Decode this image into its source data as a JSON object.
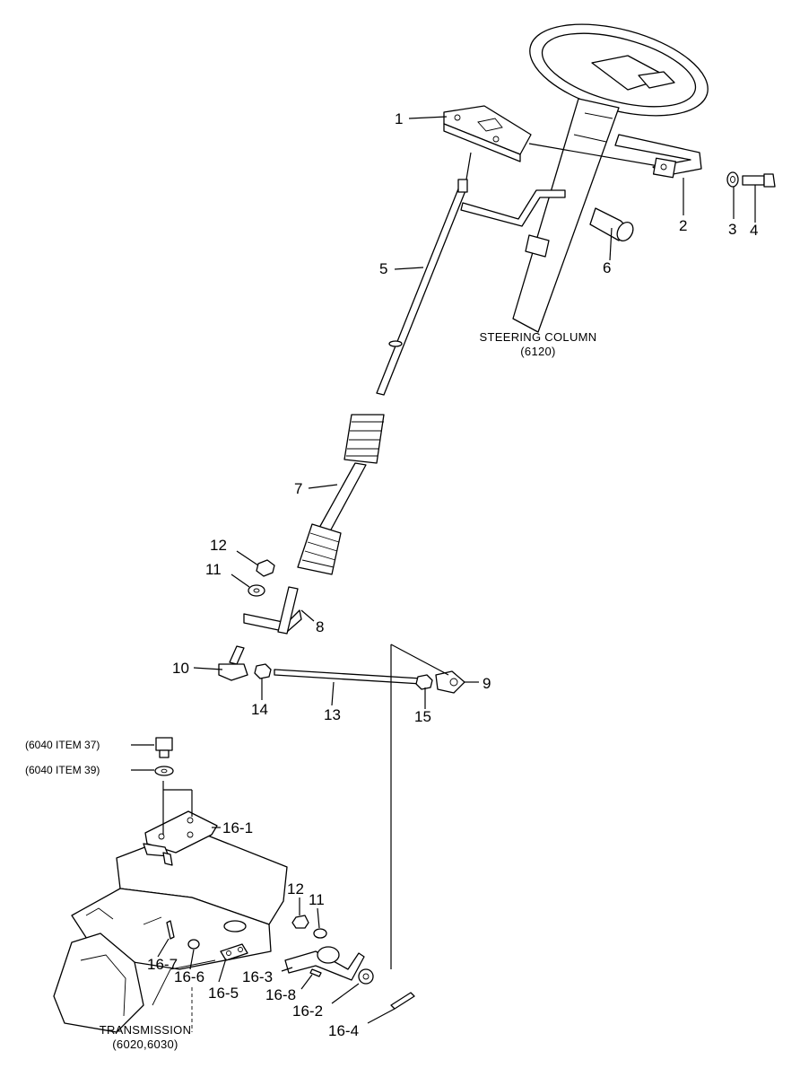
{
  "callouts": {
    "c1": "1",
    "c2": "2",
    "c3": "3",
    "c4": "4",
    "c5": "5",
    "c6": "6",
    "c7": "7",
    "c8": "8",
    "c9": "9",
    "c10": "10",
    "c11a": "11",
    "c12a": "12",
    "c13": "13",
    "c14": "14",
    "c15": "15",
    "c16_1": "16-1",
    "c12b": "12",
    "c11b": "11",
    "c16_7": "16-7",
    "c16_6": "16-6",
    "c16_5": "16-5",
    "c16_3": "16-3",
    "c16_8": "16-8",
    "c16_2": "16-2",
    "c16_4": "16-4"
  },
  "captions": {
    "steering_line1": "STEERING COLUMN",
    "steering_line2": "(6120)",
    "transmission_line1": "TRANSMISSION",
    "transmission_line2": "(6020,6030)"
  },
  "references": {
    "item37": "(6040 ITEM 37)",
    "item39": "(6040 ITEM 39)"
  }
}
